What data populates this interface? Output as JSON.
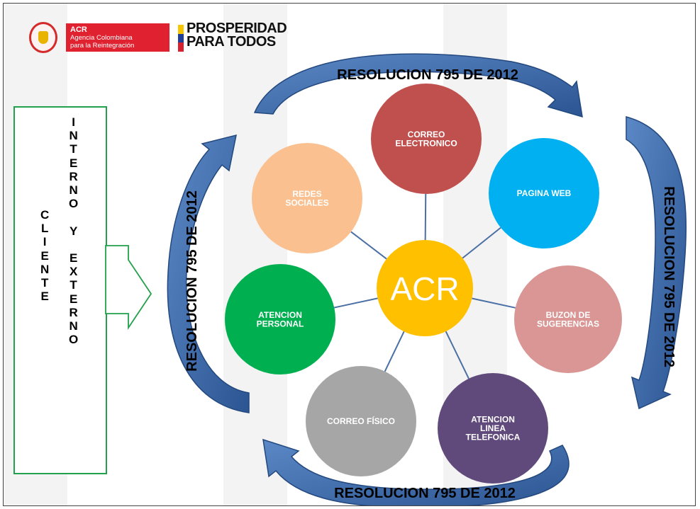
{
  "header": {
    "acr_short": "ACR",
    "acr_line1": "Agencia Colombiana",
    "acr_line2": "para la Reintegración",
    "prosperidad_line1": "PROSPERIDAD",
    "prosperidad_line2": "PARA TODOS",
    "seal_icon": "colombia-coat-of-arms-seal",
    "flag_colors": [
      "#f7c600",
      "#1f3f99",
      "#d8212f"
    ]
  },
  "cliente": {
    "cliente_letters": [
      "C",
      "L",
      "I",
      "E",
      "N",
      "T",
      "E"
    ],
    "interno_externo_letters": [
      "I",
      "N",
      "T",
      "E",
      "R",
      "N",
      "O",
      "",
      "Y",
      "",
      "E",
      "X",
      "T",
      "E",
      "R",
      "N",
      "O"
    ],
    "border_color": "#22a14c"
  },
  "arrow_labels": {
    "top": "RESOLUCION 795 DE 2012",
    "right": "RESOLUCION 795 DE 2012",
    "bottom": "RESOLUCION 795 DE 2012",
    "left": "RESOLUCION 795 DE 2012"
  },
  "center": {
    "label": "ACR",
    "color": "#ffc000"
  },
  "nodes": [
    {
      "id": "correo-electronico",
      "lines": [
        "CORREO",
        "ELECTRONICO"
      ],
      "color": "#c0504d"
    },
    {
      "id": "pagina-web",
      "lines": [
        "PAGINA WEB"
      ],
      "color": "#00b0f0"
    },
    {
      "id": "buzon-de-sugerencias",
      "lines": [
        "BUZON DE",
        "SUGERENCIAS"
      ],
      "color": "#d99694"
    },
    {
      "id": "atencion-linea-telefonica",
      "lines": [
        "ATENCION",
        "LINEA",
        "TELEFONICA"
      ],
      "color": "#604a7b"
    },
    {
      "id": "correo-fisico",
      "lines": [
        "CORREO FÍSICO"
      ],
      "color": "#a6a6a6"
    },
    {
      "id": "atencion-personal",
      "lines": [
        "ATENCION",
        "PERSONAL"
      ],
      "color": "#00b050"
    },
    {
      "id": "redes-sociales",
      "lines": [
        "REDES",
        "SOCIALES"
      ],
      "color": "#fac090"
    }
  ],
  "colors": {
    "arrow_dark": "#2b5592",
    "arrow_light": "#5b88c6",
    "spoke": "#4a6fa5"
  }
}
